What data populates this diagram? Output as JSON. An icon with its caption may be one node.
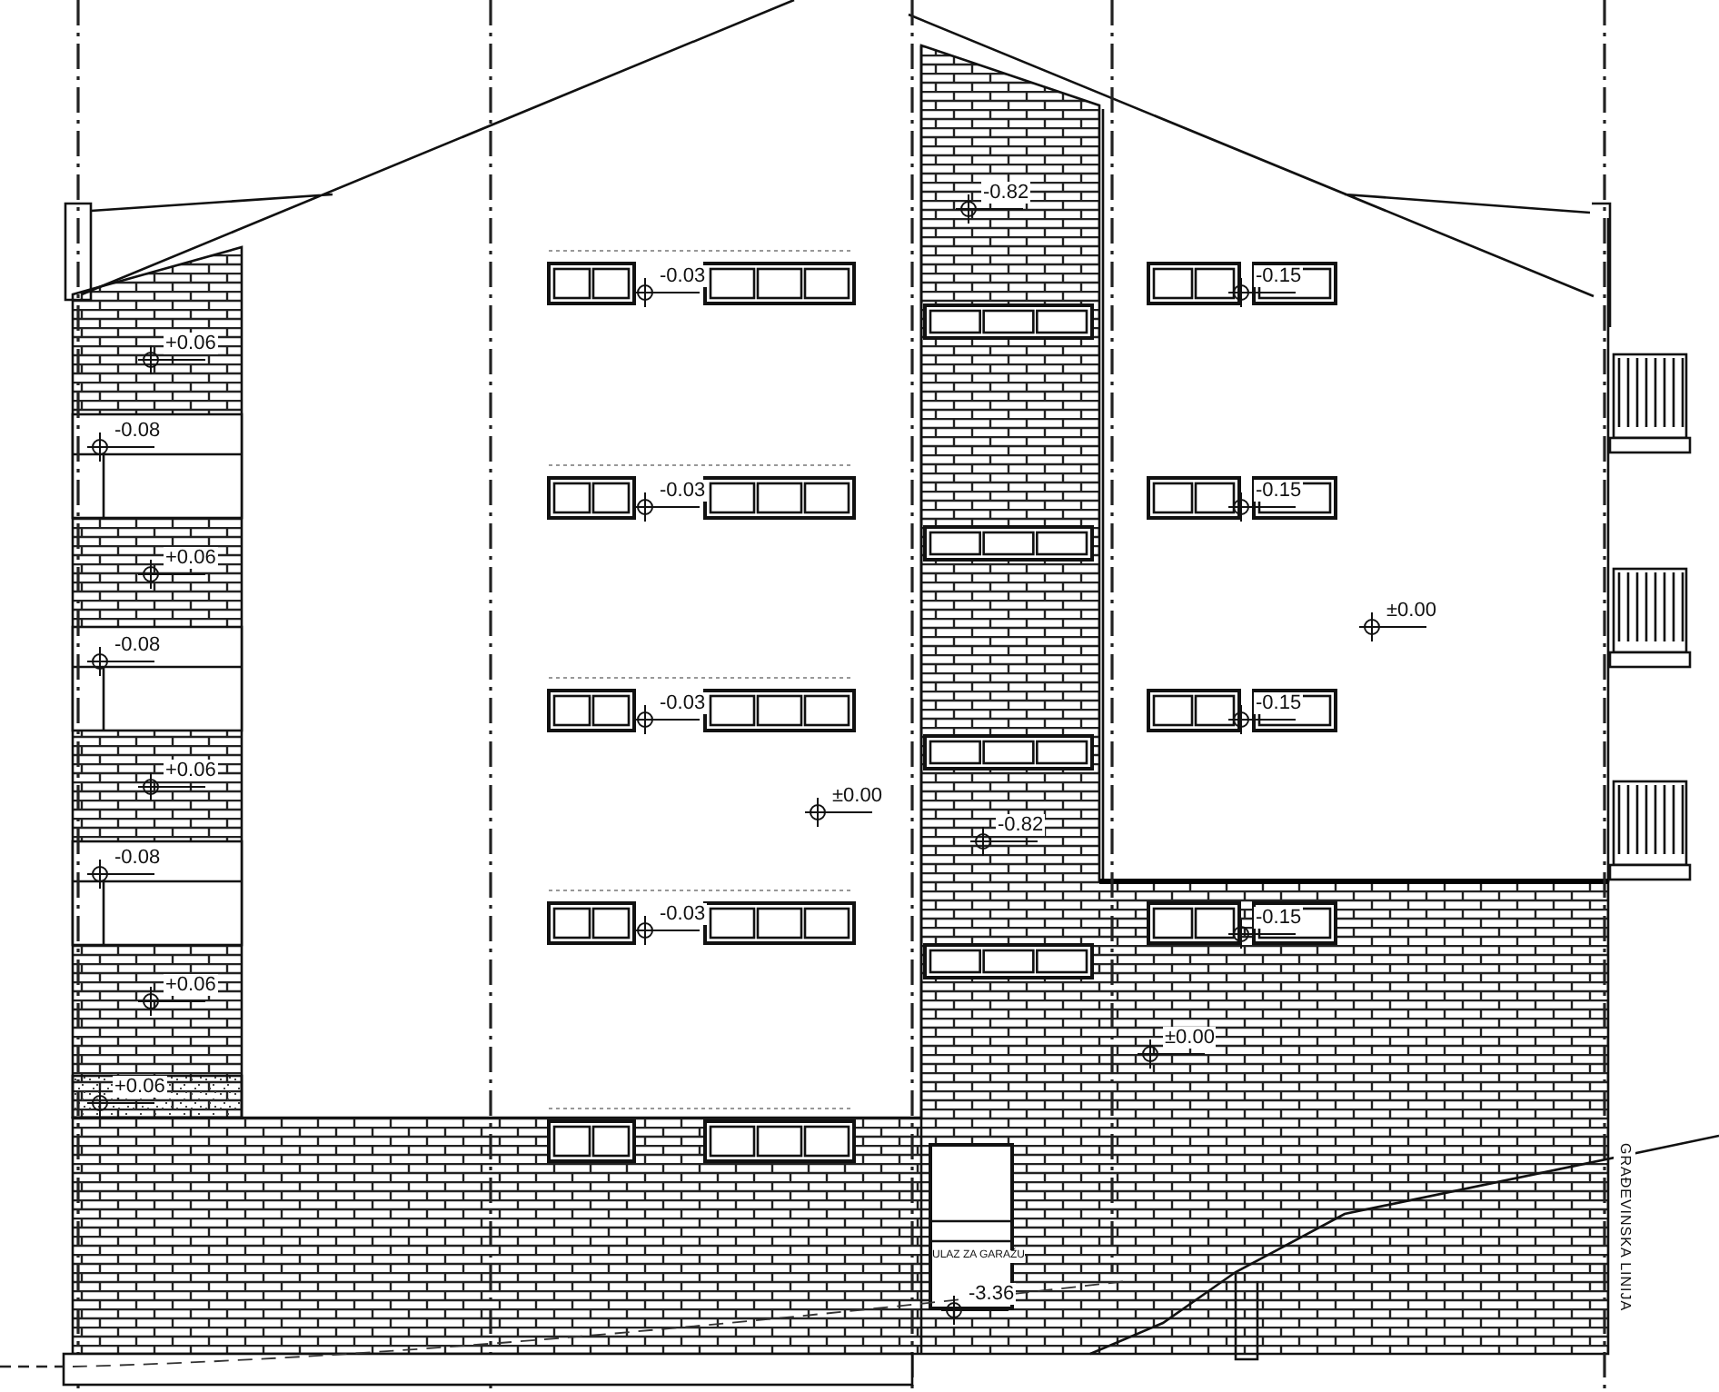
{
  "diagram": {
    "labels": [
      "-0.82",
      "-0.03",
      "-0.15",
      "+0.06",
      "-0.08",
      "-0.03",
      "-0.15",
      "+0.06",
      "±0.00",
      "-0.08",
      "-0.03",
      "-0.15",
      "+0.06",
      "±0.00",
      "-0.82",
      "-0.08",
      "-0.03",
      "-0.15",
      "+0.06",
      "±0.00",
      "+0.06",
      "ULAZ ZA GARAŽU",
      "-3.36",
      "GRAĐEVINSKA LINIJA"
    ]
  }
}
